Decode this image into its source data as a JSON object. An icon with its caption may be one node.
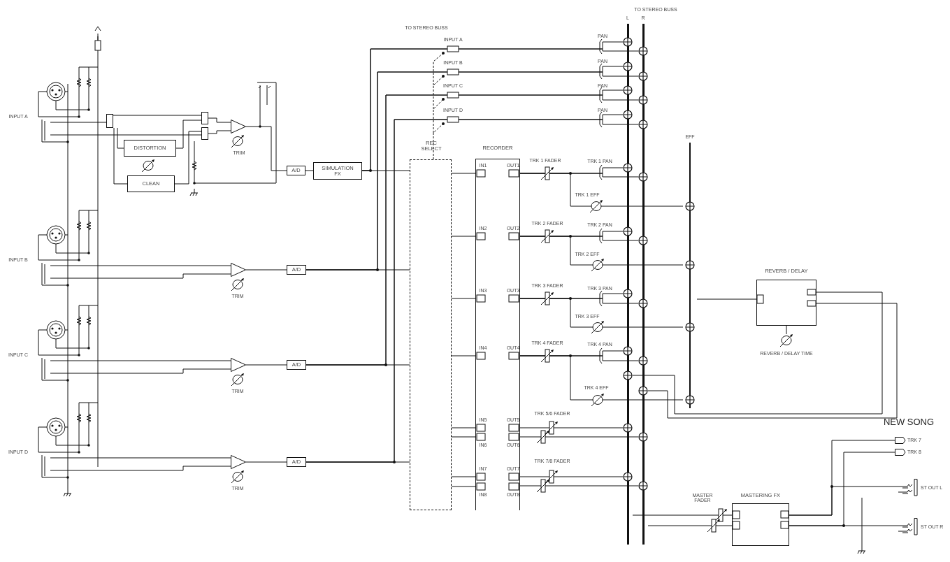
{
  "diagram": {
    "nodes": [
      {
        "text": [
          "DISTORTION"
        ]
      },
      {
        "text": [
          "CLEAN"
        ]
      },
      {
        "text": [
          "A/D"
        ]
      },
      {
        "text": [
          "SIMULATION FX"
        ]
      },
      {
        "text": [
          "A/D"
        ]
      },
      {
        "text": [
          "A/D"
        ]
      },
      {
        "text": [
          "A/D"
        ]
      },
      {
        "text": [
          "REC SELECT"
        ]
      },
      {
        "text": [
          "RECORDER"
        ]
      },
      {
        "text": [
          "REVERB / DELAY"
        ]
      },
      {
        "text": [
          "MASTERING FX"
        ]
      },
      {
        "text": [
          "TRK 7"
        ]
      },
      {
        "text": [
          "TRK 8"
        ]
      },
      {
        "text": [
          "ST OUT L"
        ]
      },
      {
        "text": [
          "ST OUT R"
        ]
      },
      {
        "text": [
          "L"
        ]
      },
      {
        "text": [
          "R"
        ]
      },
      {
        "text": [
          "EFF"
        ]
      },
      {
        "text": [],
        "shape": "box"
      },
      {
        "text": [],
        "shape": "box"
      },
      {
        "text": [],
        "shape": "box"
      },
      {
        "text": [],
        "shape": "triangle"
      },
      {
        "text": [],
        "shape": "triangle"
      },
      {
        "text": [],
        "shape": "triangle"
      },
      {
        "text": [],
        "shape": "triangle"
      },
      {
        "text": [
          "REVERB / DELAY TIME"
        ]
      }
    ],
    "edges": [
      {
        "from": 2,
        "to": 3,
        "arrow": "none"
      },
      {
        "from": 3,
        "to": 7,
        "arrow": "none"
      },
      {
        "from": 4,
        "to": 7,
        "arrow": "none"
      },
      {
        "from": 5,
        "to": 7,
        "arrow": "none"
      },
      {
        "from": 6,
        "to": 7,
        "arrow": "none"
      },
      {
        "from": 7,
        "to": 8,
        "arrow": "none"
      },
      {
        "from": 7,
        "to": 8,
        "arrow": "none"
      },
      {
        "from": 7,
        "to": 8,
        "arrow": "none"
      },
      {
        "from": 7,
        "to": 8,
        "arrow": "none"
      },
      {
        "from": 7,
        "to": 8,
        "arrow": "none"
      },
      {
        "from": 7,
        "to": 8,
        "arrow": "none"
      },
      {
        "from": 7,
        "to": 8,
        "arrow": "none"
      },
      {
        "from": 7,
        "to": 8,
        "arrow": "none"
      },
      {
        "from": 3,
        "to": 15,
        "arrow": "none"
      },
      {
        "from": 3,
        "to": 16,
        "arrow": "none"
      },
      {
        "from": 4,
        "to": 15,
        "arrow": "none"
      },
      {
        "from": 4,
        "to": 16,
        "arrow": "none"
      },
      {
        "from": 5,
        "to": 15,
        "arrow": "none"
      },
      {
        "from": 5,
        "to": 16,
        "arrow": "none"
      },
      {
        "from": 6,
        "to": 15,
        "arrow": "none"
      },
      {
        "from": 6,
        "to": 16,
        "arrow": "none"
      },
      {
        "from": 8,
        "to": 15,
        "arrow": "none"
      },
      {
        "from": 8,
        "to": 16,
        "arrow": "none"
      },
      {
        "from": 8,
        "to": 15,
        "arrow": "none"
      },
      {
        "from": 8,
        "to": 16,
        "arrow": "none"
      },
      {
        "from": 8,
        "to": 15,
        "arrow": "none"
      },
      {
        "from": 8,
        "to": 16,
        "arrow": "none"
      },
      {
        "from": 8,
        "to": 15,
        "arrow": "none"
      },
      {
        "from": 8,
        "to": 16,
        "arrow": "none"
      },
      {
        "from": 8,
        "to": 17,
        "arrow": "none"
      },
      {
        "from": 8,
        "to": 17,
        "arrow": "none"
      },
      {
        "from": 8,
        "to": 17,
        "arrow": "none"
      },
      {
        "from": 8,
        "to": 17,
        "arrow": "none"
      },
      {
        "from": 8,
        "to": 15,
        "arrow": "none"
      },
      {
        "from": 8,
        "to": 16,
        "arrow": "none"
      },
      {
        "from": 8,
        "to": 15,
        "arrow": "none"
      },
      {
        "from": 8,
        "to": 16,
        "arrow": "none"
      },
      {
        "from": 17,
        "to": 9,
        "arrow": "none"
      },
      {
        "from": 9,
        "to": 15,
        "arrow": "none"
      },
      {
        "from": 9,
        "to": 16,
        "arrow": "none"
      },
      {
        "from": 15,
        "to": 10,
        "arrow": "none"
      },
      {
        "from": 16,
        "to": 10,
        "arrow": "none"
      },
      {
        "from": 10,
        "to": 11,
        "arrow": "none"
      },
      {
        "from": 10,
        "to": 12,
        "arrow": "none"
      },
      {
        "from": 10,
        "to": 13,
        "arrow": "none"
      },
      {
        "from": 10,
        "to": 14,
        "arrow": "none"
      },
      {
        "from": 21,
        "to": 2,
        "arrow": "none"
      },
      {
        "from": 22,
        "to": 4,
        "arrow": "none"
      },
      {
        "from": 23,
        "to": 5,
        "arrow": "none"
      },
      {
        "from": 24,
        "to": 6,
        "arrow": "none"
      },
      {
        "from": 18,
        "to": 0,
        "arrow": "none"
      },
      {
        "from": 0,
        "to": 19,
        "arrow": "none"
      },
      {
        "from": 18,
        "to": 1,
        "arrow": "none"
      },
      {
        "from": 1,
        "to": 20,
        "arrow": "none"
      },
      {
        "from": 9,
        "to": 25,
        "arrow": "none"
      },
      {
        "from": null,
        "to": 18,
        "arrow": "none"
      },
      {
        "from": 18,
        "to": 19,
        "arrow": "none"
      },
      {
        "from": null,
        "to": 20,
        "arrow": "none"
      },
      {
        "from": 19,
        "to": 21,
        "arrow": "none"
      },
      {
        "from": 20,
        "to": 21,
        "arrow": "none"
      },
      {
        "from": null,
        "to": 22,
        "arrow": "none"
      },
      {
        "from": null,
        "to": 22,
        "arrow": "none"
      },
      {
        "from": null,
        "to": 23,
        "arrow": "none"
      },
      {
        "from": null,
        "to": 23,
        "arrow": "none"
      },
      {
        "from": null,
        "to": 24,
        "arrow": "none"
      },
      {
        "from": null,
        "to": 24,
        "arrow": "none"
      }
    ],
    "labels": [
      "TO STEREO BUSS",
      "TO STEREO BUSS",
      "INPUT A",
      "PAN",
      "INPUT B",
      "PAN",
      "INPUT C",
      "PAN",
      "INPUT D",
      "PAN",
      "INPUT A",
      "TRIM",
      "IN1",
      "OUT1",
      "TRK 1 FADER",
      "TRK 1 PAN",
      "TRK 1 EFF",
      "IN2",
      "OUT2",
      "TRK 2 FADER",
      "TRK 2 PAN",
      "TRK 2 EFF",
      "INPUT B",
      "IN3",
      "OUT3",
      "TRK 3 FADER",
      "TRK 3 PAN",
      "TRIM",
      "TRK 3 EFF",
      "IN4",
      "OUT4",
      "TRK 4 FADER",
      "TRK 4 PAN",
      "INPUT C",
      "TRK 4 EFF",
      "TRIM",
      "TRK 5/6 FADER",
      "IN5",
      "OUT5",
      "NEW SONG",
      "IN6",
      "OUT6",
      "INPUT D",
      "TRK 7/8 FADER",
      "IN7",
      "OUT7",
      "TRIM",
      "IN8",
      "OUT8",
      "MASTER FADER"
    ]
  }
}
